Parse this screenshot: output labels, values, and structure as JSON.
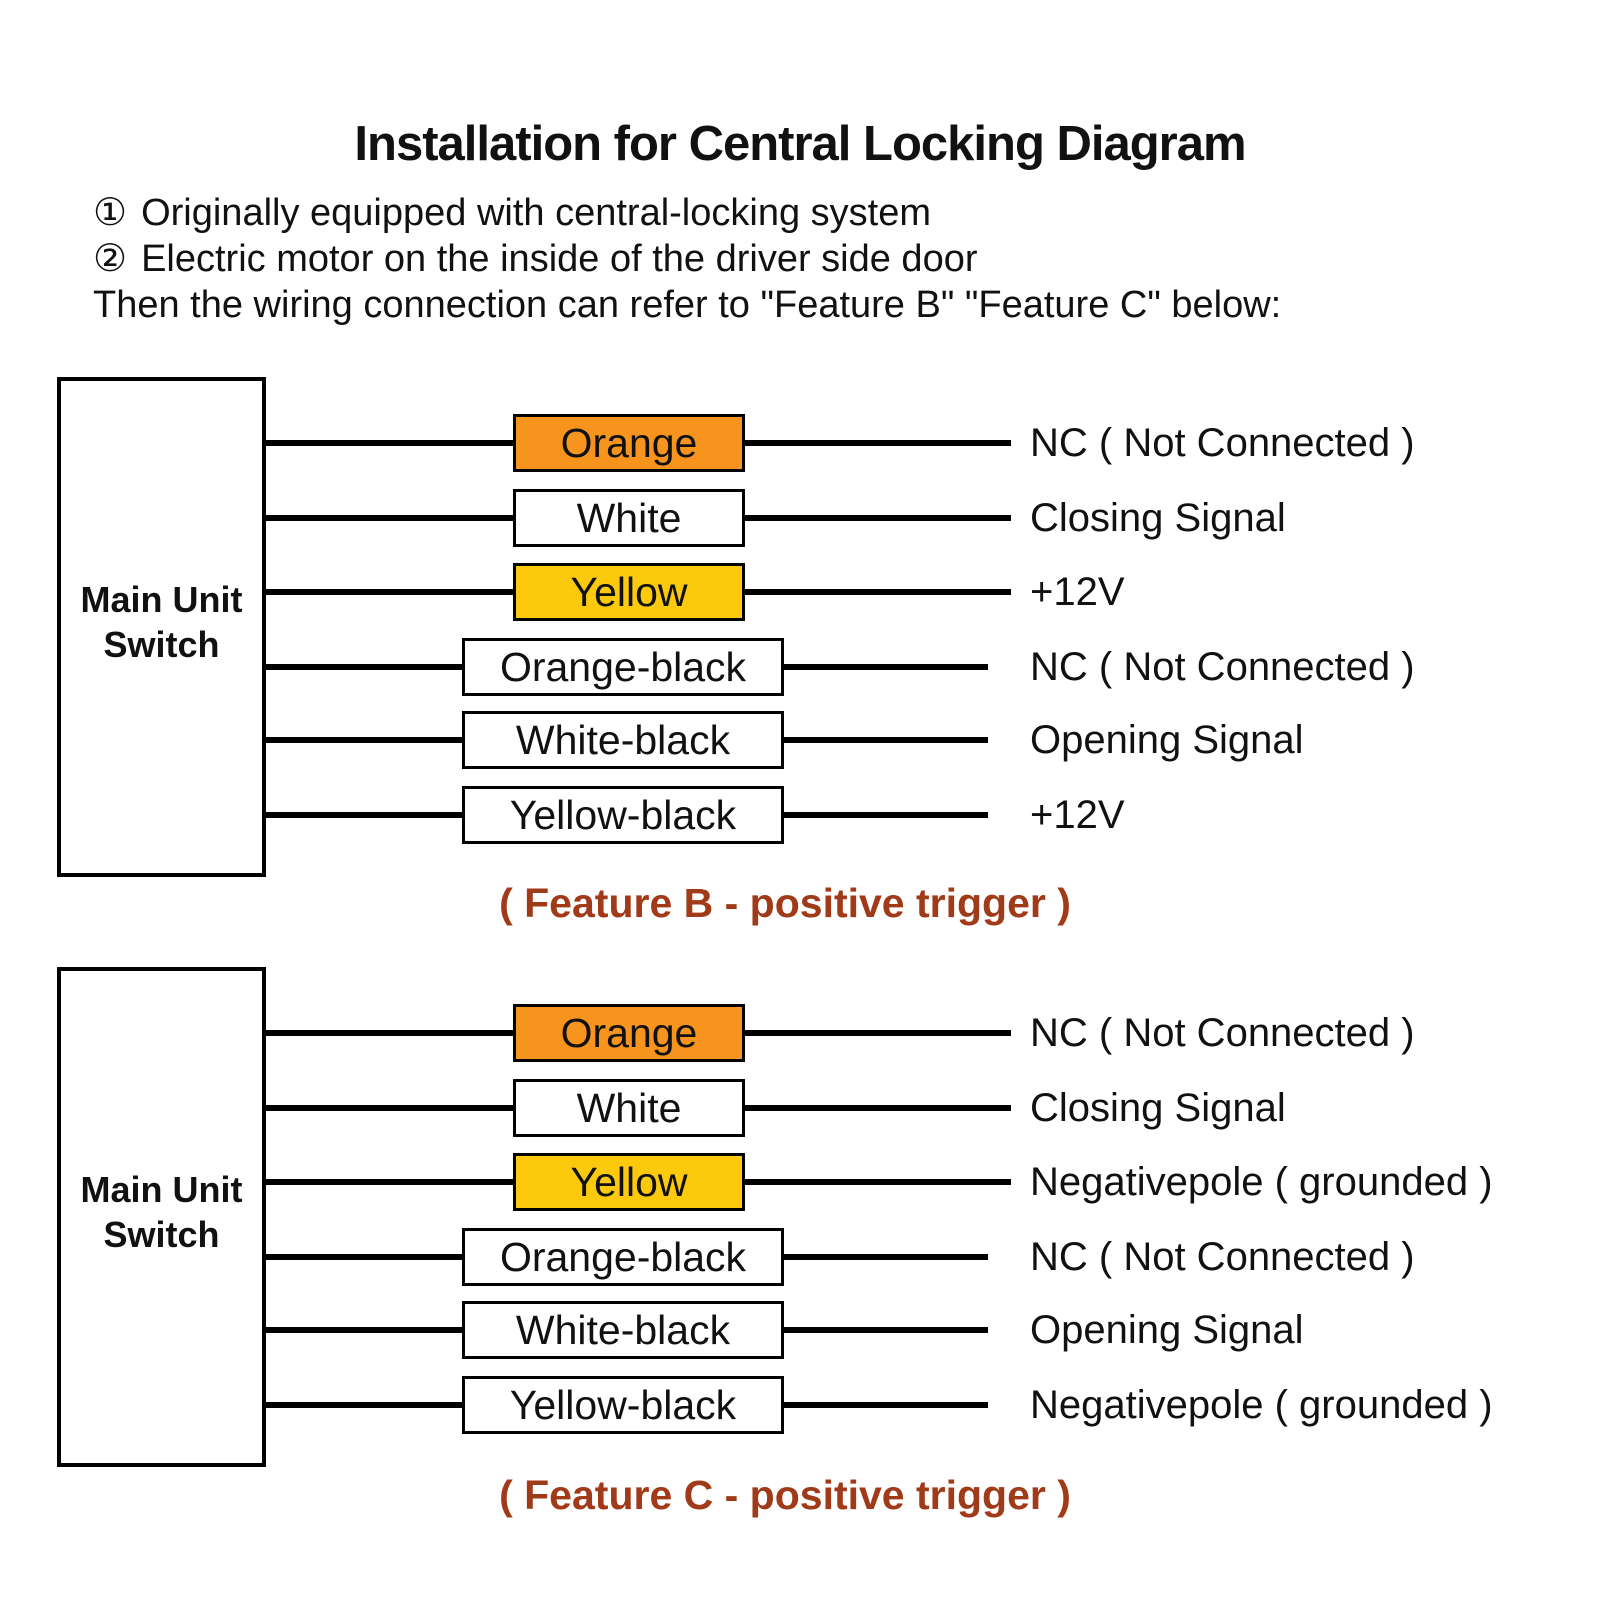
{
  "page": {
    "title": "Installation for Central Locking Diagram",
    "instructions": [
      {
        "bullet": "①",
        "text": "Originally equipped with central-locking system"
      },
      {
        "bullet": "②",
        "text": "Electric motor on the inside of the driver side door"
      }
    ],
    "instructions_footer": "Then the wiring connection can refer to \"Feature B\" \"Feature C\" below:"
  },
  "colors": {
    "orange": "#F7941D",
    "yellow": "#FCC90D",
    "white": "#FFFFFF",
    "wire_black": "#000000",
    "caption_brown": "#A03A18"
  },
  "diagrams": [
    {
      "name": "Feature B",
      "unit_label": "Main Unit\nSwitch",
      "caption": "( Feature B - positive trigger )",
      "rows": [
        {
          "wire": "Orange",
          "signal": "NC ( Not Connected )"
        },
        {
          "wire": "White",
          "signal": "Closing Signal"
        },
        {
          "wire": "Yellow",
          "signal": "+12V"
        },
        {
          "wire": "Orange-black",
          "signal": "NC ( Not Connected )"
        },
        {
          "wire": "White-black",
          "signal": "Opening Signal"
        },
        {
          "wire": "Yellow-black",
          "signal": "+12V"
        }
      ]
    },
    {
      "name": "Feature C",
      "unit_label": "Main Unit\nSwitch",
      "caption": "( Feature C - positive trigger )",
      "rows": [
        {
          "wire": "Orange",
          "signal": "NC ( Not Connected )"
        },
        {
          "wire": "White",
          "signal": "Closing Signal"
        },
        {
          "wire": "Yellow",
          "signal": "Negativepole ( grounded )"
        },
        {
          "wire": "Orange-black",
          "signal": "NC ( Not Connected )"
        },
        {
          "wire": "White-black",
          "signal": "Opening Signal"
        },
        {
          "wire": "Yellow-black",
          "signal": "Negativepole ( grounded )"
        }
      ]
    }
  ]
}
